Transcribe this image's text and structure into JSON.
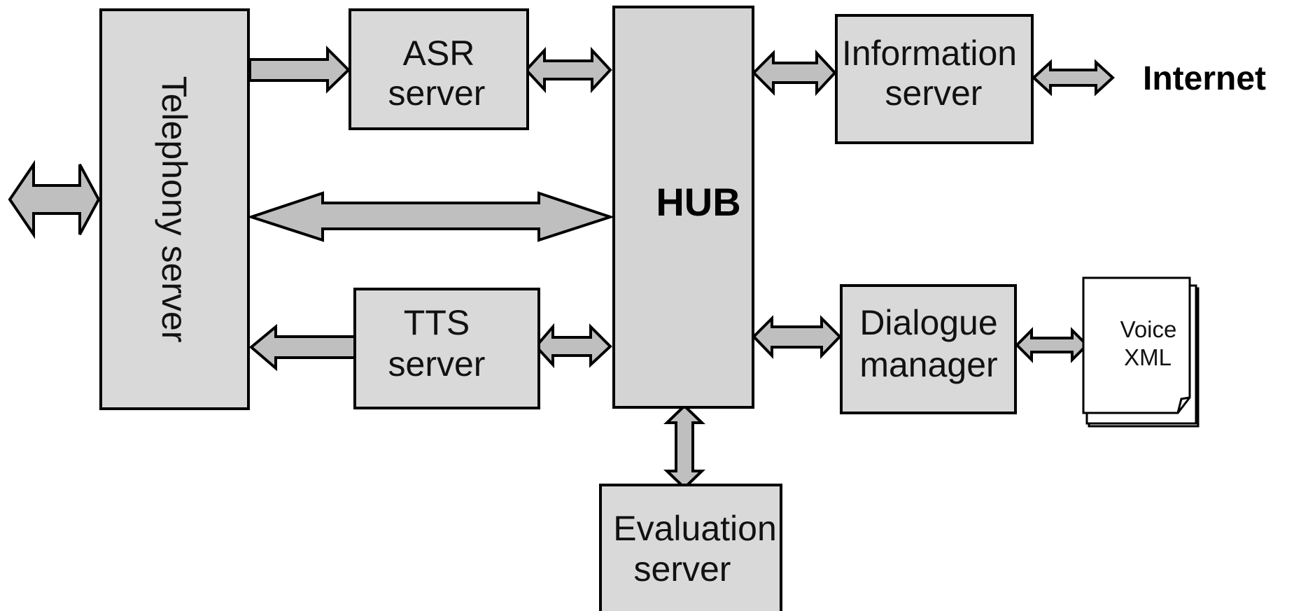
{
  "telephony_server": {
    "label": "Telephony server"
  },
  "asr_server": {
    "line1": "ASR",
    "line2": "server"
  },
  "tts_server": {
    "line1": "TTS",
    "line2": "server"
  },
  "hub": {
    "label": "HUB"
  },
  "information_server": {
    "line1": "Information",
    "line2": "server"
  },
  "internet": {
    "label": "Internet"
  },
  "dialogue_manager": {
    "line1": "Dialogue",
    "line2": "manager"
  },
  "voice_xml": {
    "line1": "Voice",
    "line2": "XML"
  },
  "evaluation_server": {
    "line1": "Evaluation",
    "line2": "server"
  },
  "colors": {
    "box_fill": "#d9d9d9",
    "arrow_fill": "#bfbfbf",
    "stroke": "#000000"
  }
}
